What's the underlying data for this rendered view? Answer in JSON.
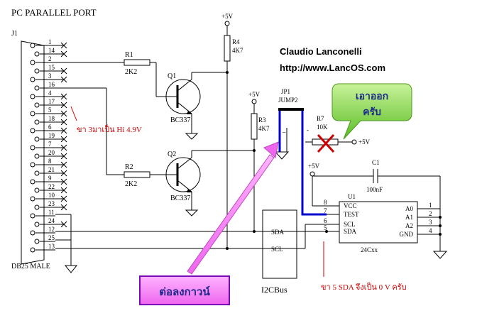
{
  "header": {
    "port_title": "PC PARALLEL PORT",
    "connector_ref": "J1",
    "connector_name": "DB25 MALE"
  },
  "author": {
    "name": "Claudio Lanconelli",
    "url": "http://www.LancOS.com"
  },
  "db25": {
    "pins": [
      "1",
      "14",
      "2",
      "15",
      "3",
      "16",
      "4",
      "17",
      "5",
      "18",
      "6",
      "19",
      "7",
      "20",
      "8",
      "21",
      "9",
      "22",
      "10",
      "23",
      "11",
      "24",
      "12",
      "25",
      "13"
    ]
  },
  "components": {
    "r1": {
      "ref": "R1",
      "value": "2K2"
    },
    "r2": {
      "ref": "R2",
      "value": "2K2"
    },
    "r3": {
      "ref": "R3",
      "value": "4K7"
    },
    "r4": {
      "ref": "R4",
      "value": "4K7"
    },
    "r7": {
      "ref": "R7",
      "value": "10K"
    },
    "q1": {
      "ref": "Q1",
      "value": "BC337"
    },
    "q2": {
      "ref": "Q2",
      "value": "BC337"
    },
    "jp1": {
      "ref": "JP1",
      "value": "JUMP2"
    },
    "c1": {
      "ref": "C1",
      "value": "100nF"
    },
    "u1": {
      "ref": "U1",
      "value": "24Cxx"
    }
  },
  "supply": {
    "vcc_label": "+5V"
  },
  "eeprom": {
    "left_pins": [
      {
        "num": "8",
        "name": "VCC"
      },
      {
        "num": "7",
        "name": "TEST"
      },
      {
        "num": "6",
        "name": "SCL"
      },
      {
        "num": "5",
        "name": "SDA"
      }
    ],
    "right_pins": [
      {
        "num": "1",
        "name": "A0"
      },
      {
        "num": "2",
        "name": "A1"
      },
      {
        "num": "3",
        "name": "A2"
      },
      {
        "num": "4",
        "name": "GND"
      }
    ]
  },
  "bus": {
    "sda": "SDA",
    "scl": "SCL",
    "name": "I2CBus"
  },
  "annotations": {
    "remove_bubble": "เอาออก\nครับ",
    "remove_line1": "เอาออก",
    "remove_line2": "ครับ",
    "ground_callout": "ต่อลงกาวน์",
    "pin3_note": "ขา 3มาเป็น Hi 4.9V",
    "pin5_note": "ขา 5  SDA จึงเป็น 0 V ครับ"
  },
  "colors": {
    "accent_red": "#cc0000",
    "bubble_green": "#7ccf3c",
    "callout_magenta": "#ff66ff",
    "callout_border": "#7a0ab8",
    "jumper_blue": "#0000cc"
  }
}
